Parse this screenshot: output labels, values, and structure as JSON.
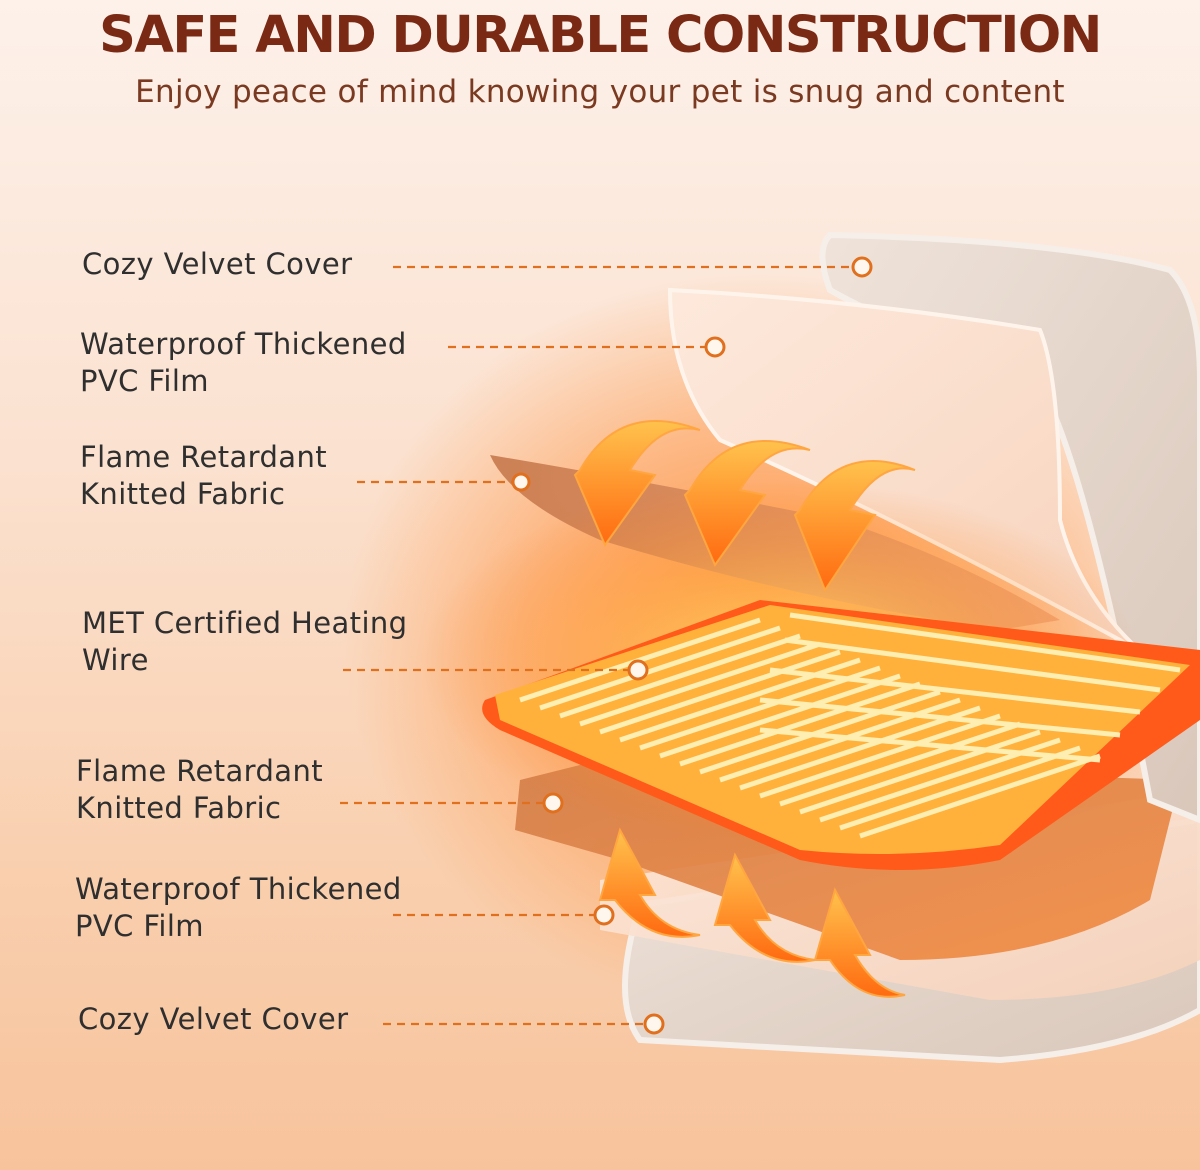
{
  "header": {
    "title": "SAFE AND DURABLE CONSTRUCTION",
    "subtitle": "Enjoy peace of mind knowing your pet is snug and content"
  },
  "layers": [
    {
      "label": "Cozy Velvet Cover"
    },
    {
      "label": "Waterproof Thickened\nPVC Film"
    },
    {
      "label": "Flame Retardant\nKnitted Fabric"
    },
    {
      "label": "MET Certified Heating\nWire"
    },
    {
      "label": "Flame Retardant\nKnitted Fabric"
    },
    {
      "label": "Waterproof Thickened\nPVC Film"
    },
    {
      "label": "Cozy Velvet Cover"
    }
  ],
  "colors": {
    "title": "#7a2a14",
    "label_text": "#2f2f2f",
    "leader_line": "#e0701e",
    "heat_orange": "#ff8a1f",
    "heat_wire": "#ffd36a"
  }
}
